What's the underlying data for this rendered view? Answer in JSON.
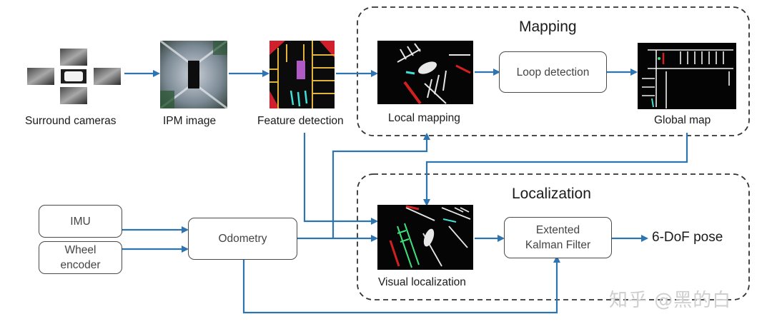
{
  "groups": {
    "mapping": {
      "title": "Mapping"
    },
    "localization": {
      "title": "Localization"
    }
  },
  "images": {
    "surround_cameras": "Surround cameras",
    "ipm_image": "IPM image",
    "feature_detection": "Feature detection",
    "local_mapping": "Local mapping",
    "global_map": "Global map",
    "visual_localization": "Visual localization"
  },
  "blocks": {
    "loop_detection": "Loop detection",
    "imu": "IMU",
    "wheel_encoder_1": "Wheel",
    "wheel_encoder_2": "encoder",
    "odometry": "Odometry",
    "ekf_1": "Extented",
    "ekf_2": "Kalman Filter"
  },
  "output": {
    "pose": "6-DoF pose"
  },
  "watermark": "知乎 @黑的白",
  "colors": {
    "arrow": "#2e74b0",
    "dashed_border": "#333333",
    "box_border": "#4a4a4a"
  }
}
